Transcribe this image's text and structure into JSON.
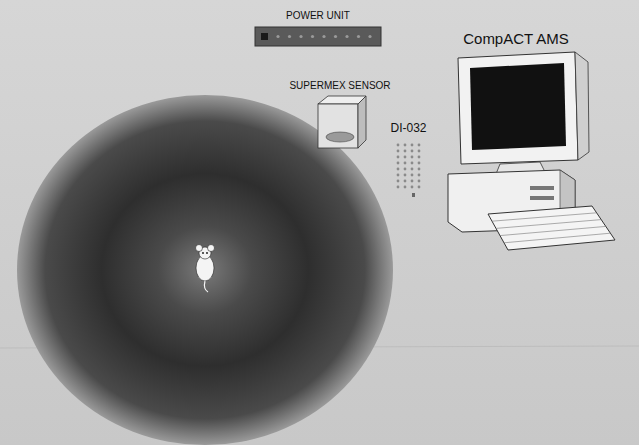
{
  "diagram": {
    "nodes": [
      {
        "text": [
          "POWER UNIT"
        ]
      },
      {
        "text": [
          "SUPERMEX SENSOR"
        ]
      },
      {
        "text": [
          "CompACT AMS"
        ]
      },
      {
        "text": [
          "DI-032"
        ]
      }
    ]
  }
}
